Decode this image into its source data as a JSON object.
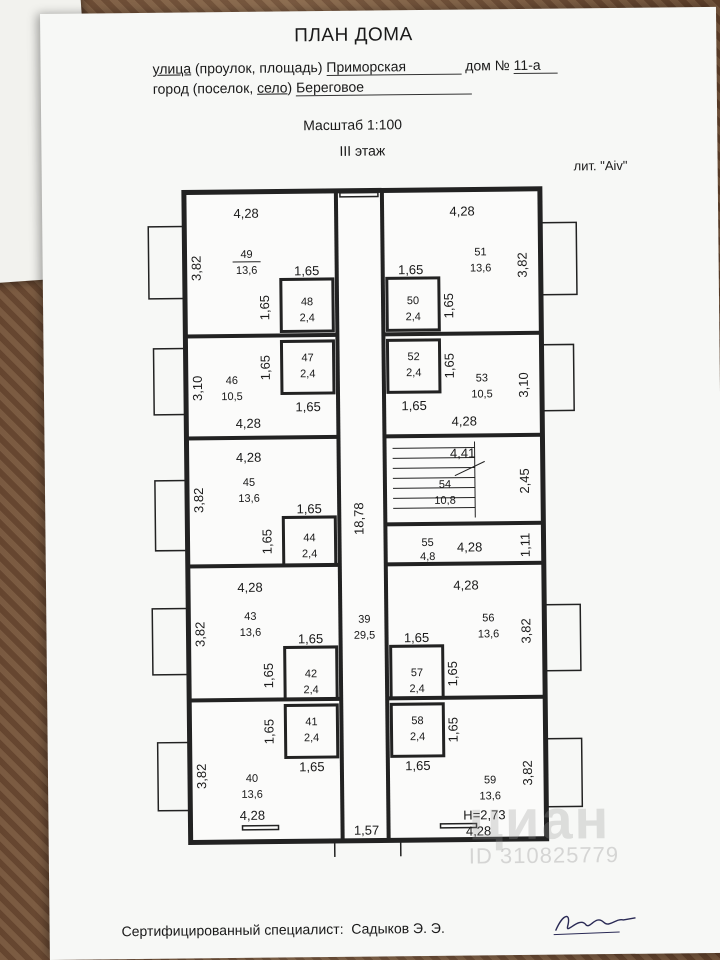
{
  "header": {
    "title": "ПЛАН ДОМА",
    "street_label_a": "улица",
    "street_label_b": " (проулок, площадь) ",
    "street_value": "Приморская",
    "house_label": "дом №",
    "house_value": "11-а",
    "city_label_a": "город (поселок, ",
    "city_label_b": "село",
    "city_label_c": ") ",
    "city_value": "Береговое",
    "scale": "Масштаб 1:100",
    "floor": "III этаж",
    "lit": "лит. \"Аiv\""
  },
  "footer": {
    "certifier_label": "Сертифицированный специалист:",
    "certifier_name": "Садыков Э. Э."
  },
  "watermark": {
    "brand": "циан",
    "id": "ID 310825779"
  },
  "plan": {
    "corridor": {
      "num": "39",
      "area": "29,5",
      "length": "18,78",
      "width": "1,57"
    },
    "stair": {
      "num": "54",
      "area": "10,8",
      "width": "4,41",
      "depth": "2,45"
    },
    "room55": {
      "num": "55",
      "area": "4,8",
      "width": "4,28",
      "depth": "1,11"
    },
    "height": "H=2,73",
    "rooms": [
      {
        "num": "49",
        "area": "13,6",
        "w": "4,28",
        "h": "3,82"
      },
      {
        "num": "48",
        "area": "2,4",
        "w": "1,65",
        "h": "1,65"
      },
      {
        "num": "46",
        "area": "10,5",
        "w": "4,28",
        "h": "3,10"
      },
      {
        "num": "47",
        "area": "2,4",
        "w": "1,65",
        "h": "1,65"
      },
      {
        "num": "45",
        "area": "13,6",
        "w": "4,28",
        "h": "3,82"
      },
      {
        "num": "44",
        "area": "2,4",
        "w": "1,65",
        "h": "1,65"
      },
      {
        "num": "43",
        "area": "13,6",
        "w": "4,28",
        "h": "3,82"
      },
      {
        "num": "42",
        "area": "2,4",
        "w": "1,65",
        "h": "1,65"
      },
      {
        "num": "40",
        "area": "13,6",
        "w": "4,28",
        "h": "3,82"
      },
      {
        "num": "41",
        "area": "2,4",
        "w": "1,65",
        "h": "1,65"
      },
      {
        "num": "51",
        "area": "13,6",
        "w": "4,28",
        "h": "3,82"
      },
      {
        "num": "50",
        "area": "2,4",
        "w": "1,65",
        "h": "1,65"
      },
      {
        "num": "53",
        "area": "10,5",
        "w": "4,28",
        "h": "3,10"
      },
      {
        "num": "52",
        "area": "2,4",
        "w": "1,65",
        "h": "1,65"
      },
      {
        "num": "56",
        "area": "13,6",
        "w": "4,28",
        "h": "3,82"
      },
      {
        "num": "57",
        "area": "2,4",
        "w": "1,65",
        "h": "1,65"
      },
      {
        "num": "59",
        "area": "13,6",
        "w": "4,28",
        "h": "3,82"
      },
      {
        "num": "58",
        "area": "2,4",
        "w": "1,65",
        "h": "1,65"
      }
    ]
  }
}
